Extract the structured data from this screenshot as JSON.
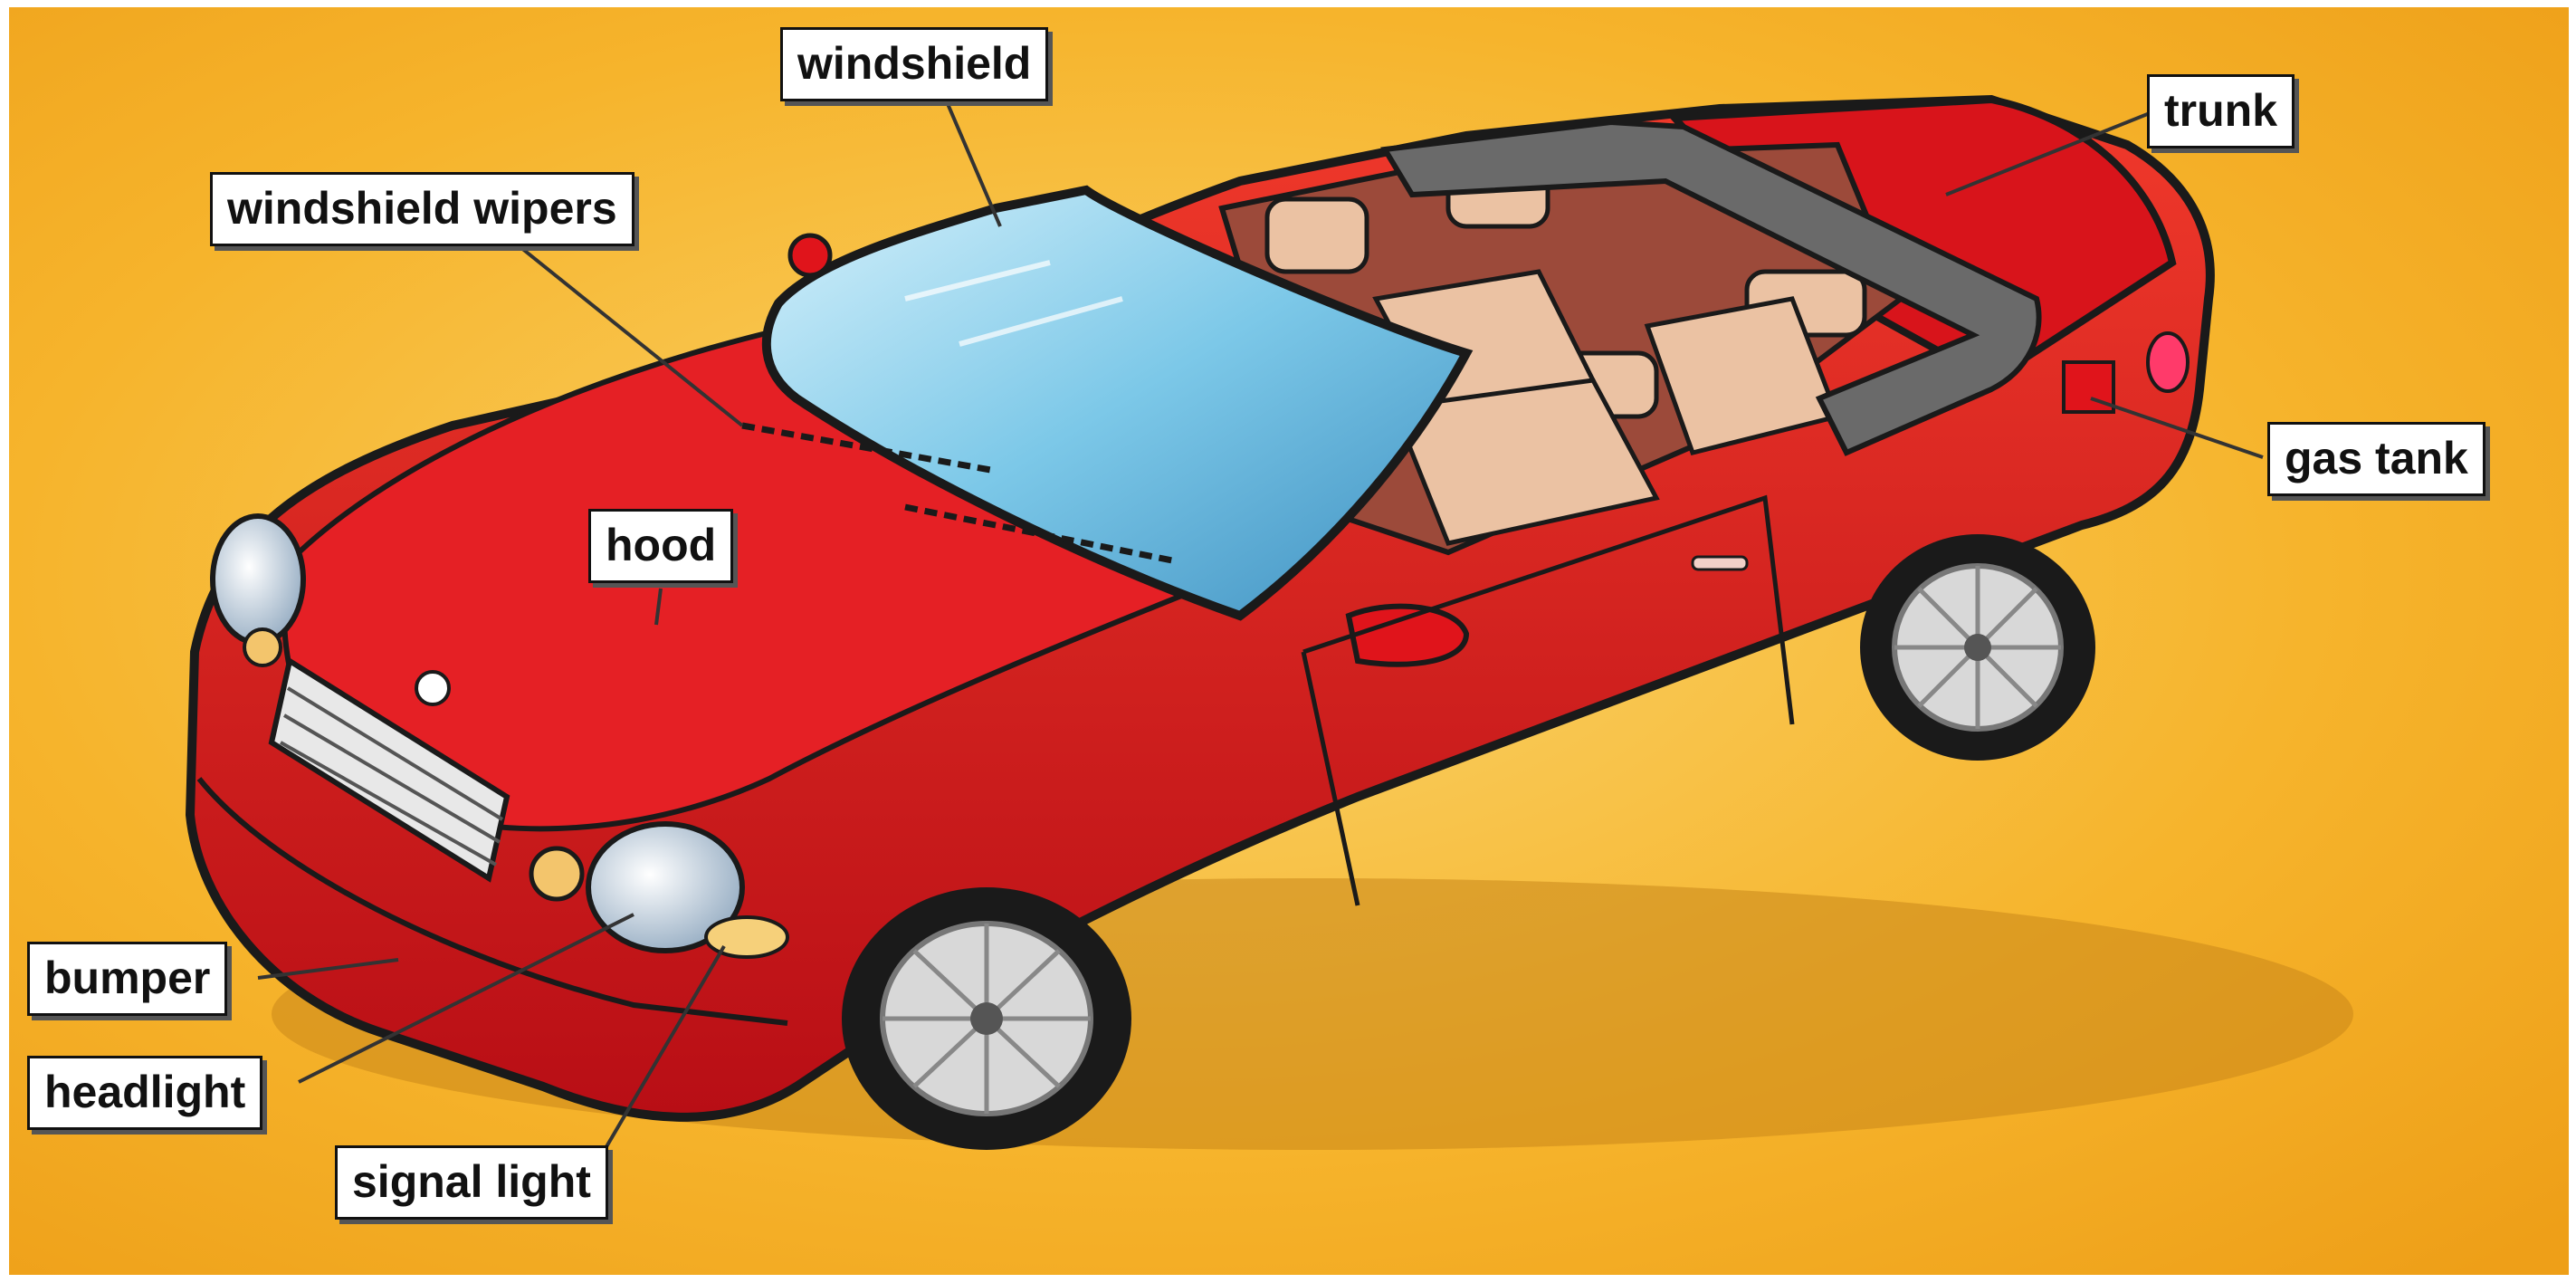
{
  "labels": {
    "windshield": "windshield",
    "windshield_wipers": "windshield wipers",
    "trunk": "trunk",
    "hood": "hood",
    "gas_tank": "gas tank",
    "bumper": "bumper",
    "headlight": "headlight",
    "signal_light": "signal light"
  },
  "colors": {
    "background": "#F6B42C",
    "car_body": "#E0141B",
    "glass": "#8FD3EE",
    "seats": "#E8B99A",
    "rollbar": "#6A6A6A",
    "outline": "#1A1A1A"
  }
}
